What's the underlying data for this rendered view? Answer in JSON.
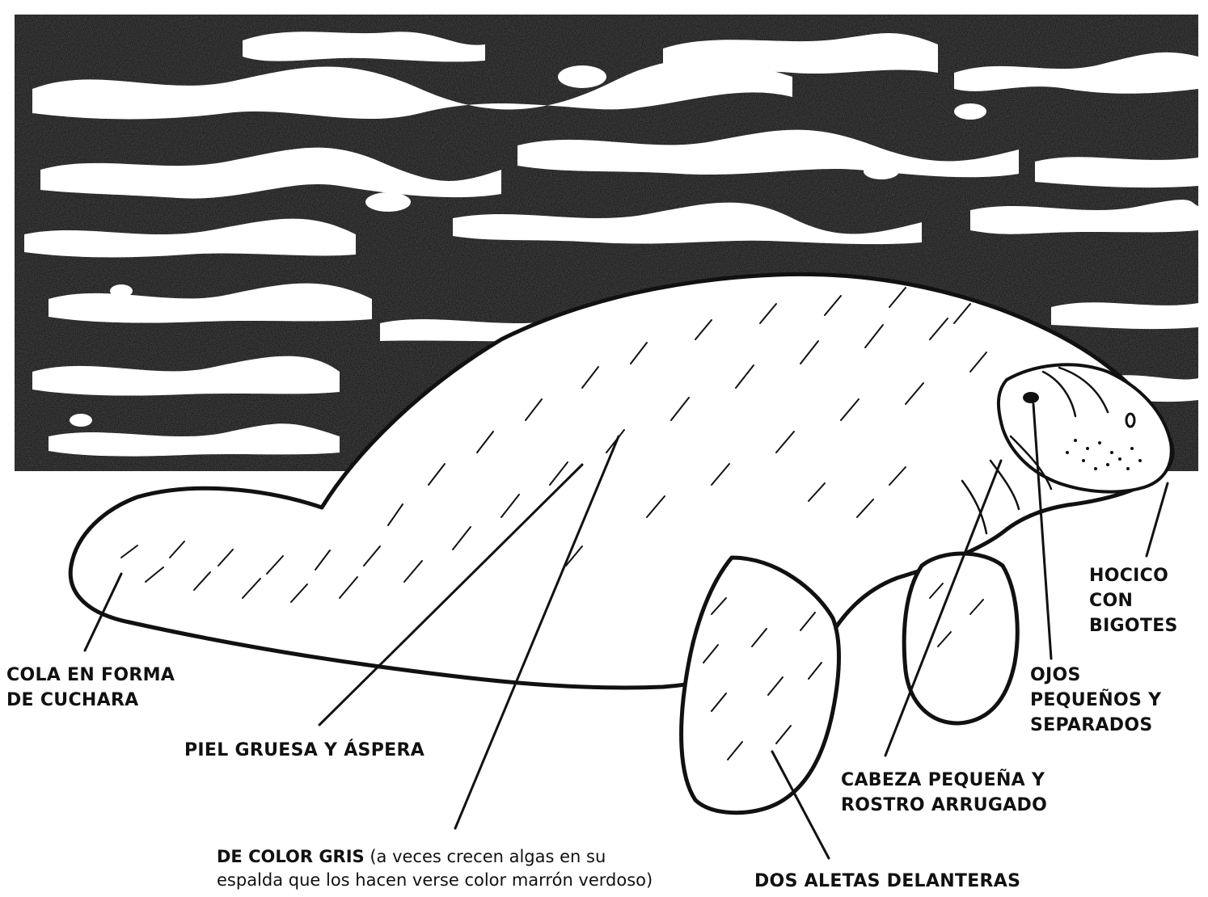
{
  "labels": {
    "tail": [
      "COLA EN FORMA",
      "DE CUCHARA"
    ],
    "skin": "PIEL GRUESA Y ÁSPERA",
    "color_title": "DE COLOR GRIS",
    "color_note_1": " (a veces crecen algas en su",
    "color_note_2": "espalda que los hacen verse color marrón verdoso)",
    "fins": "DOS ALETAS DELANTERAS",
    "head": [
      "CABEZA PEQUEÑA Y",
      "ROSTRO ARRUGADO"
    ],
    "eyes": [
      "OJOS",
      "PEQUEÑOS Y",
      "SEPARADOS"
    ],
    "snout": [
      "HOCICO",
      "CON",
      "BIGOTES"
    ]
  },
  "colors": {
    "ink": "#111111",
    "water": "#2e2e2e",
    "paper": "#ffffff"
  }
}
